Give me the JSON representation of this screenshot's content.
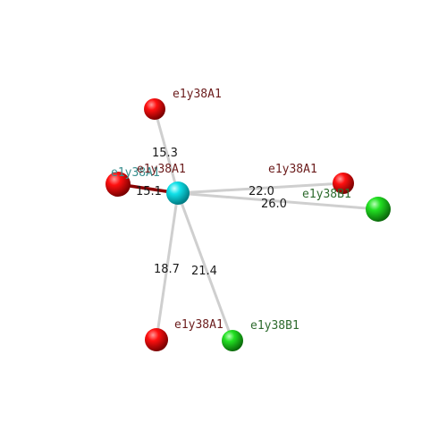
{
  "colors": {
    "center": "#00d8e0",
    "red_atom": "#e00000",
    "green_atom": "#10d010",
    "bond": "#d4d4d4",
    "label_red": "#6b1c1c",
    "label_green": "#2e6b2e",
    "label_center": "#3a8f8f",
    "label_center_overlap": "#6b1c1c"
  },
  "center": {
    "label_a": "e1y38A1",
    "label_b": "e1y38A1"
  },
  "neighbors": [
    {
      "id": "top",
      "label": "e1y38A1",
      "distance": "15.3",
      "type": "red"
    },
    {
      "id": "left",
      "label": "",
      "distance": "15.1",
      "type": "red"
    },
    {
      "id": "right-red",
      "label": "e1y38A1",
      "distance": "22.0",
      "type": "red"
    },
    {
      "id": "right-green",
      "label": "e1y38B1",
      "distance": "26.0",
      "type": "green"
    },
    {
      "id": "bottom-red",
      "label": "e1y38A1",
      "distance": "18.7",
      "type": "red"
    },
    {
      "id": "bottom-green",
      "label": "e1y38B1",
      "distance": "21.4",
      "type": "green"
    }
  ]
}
